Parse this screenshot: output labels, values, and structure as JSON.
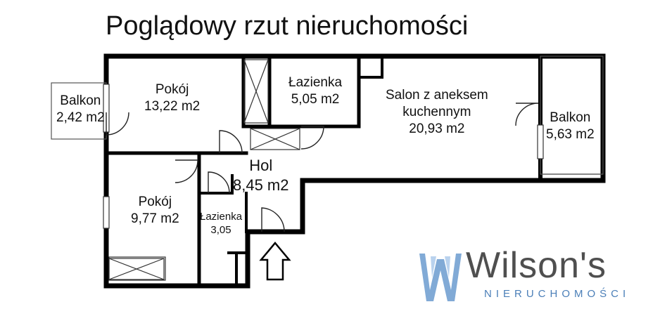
{
  "title": "Poglądowy rzut nieruchomości",
  "rooms": {
    "balkon_left": {
      "name": "Balkon",
      "area": "2,42 m2"
    },
    "pokoj_upper": {
      "name": "Pokój",
      "area": "13,22 m2"
    },
    "lazienka_upper": {
      "name": "Łazienka",
      "area": "5,05 m2"
    },
    "salon": {
      "line1": "Salon z aneksem",
      "line2": "kuchennym",
      "area": "20,93 m2"
    },
    "balkon_right": {
      "name": "Balkon",
      "area": "5,63 m2"
    },
    "hol": {
      "name": "Hol",
      "area": "8,45 m2"
    },
    "pokoj_lower": {
      "name": "Pokój",
      "area": "9,77 m2"
    },
    "lazienka_lower": {
      "name": "Łazienka",
      "area": "3,05"
    }
  },
  "logo": {
    "word": "Wilson's",
    "subtitle": "NIERUCHOMOŚCI",
    "colors": {
      "text": "#4f4f4f",
      "accent": "#4b7fb8"
    }
  },
  "colors": {
    "wall": "#000000",
    "thin_line": "#333333"
  },
  "icons": {
    "entrance": "entrance-arrow-icon"
  }
}
